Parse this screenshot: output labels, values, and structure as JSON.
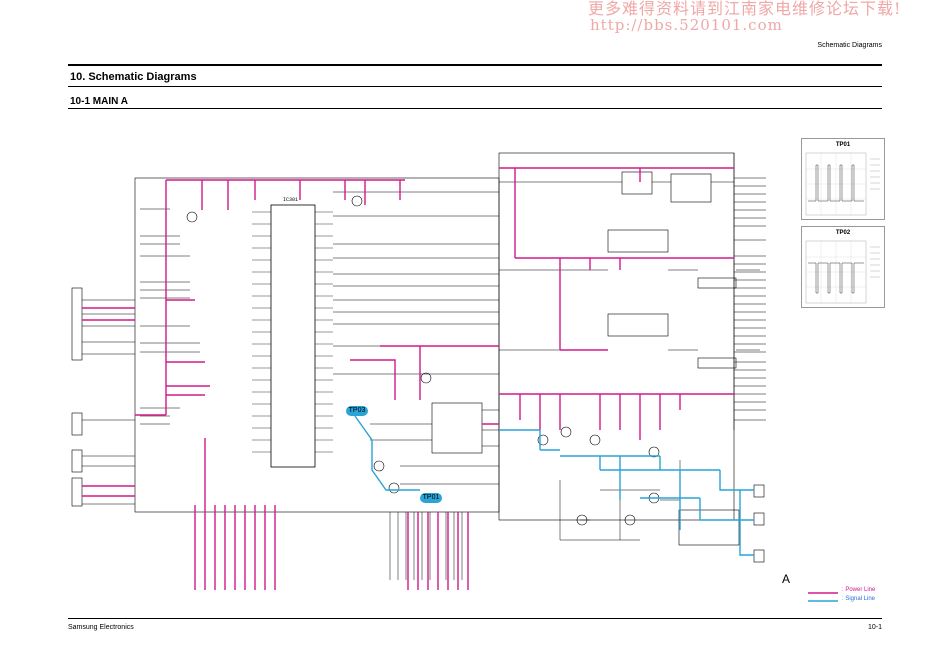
{
  "watermark": {
    "line1": "更多难得资料请到江南家电维修论坛下载!",
    "line2": "http://bbs.520101.com"
  },
  "header": {
    "section_tag": "Schematic Diagrams",
    "title": "10. Schematic Diagrams",
    "subtitle": "10-1 MAIN A"
  },
  "schematic": {
    "ic_label": "IC301",
    "test_points": [
      "TP01",
      "TP02"
    ],
    "bubble_tp03": "TP03",
    "bubble_tp01": "TP01",
    "corner_marker": "A"
  },
  "legend": {
    "power": ": Power Line",
    "signal": ": Signal Line"
  },
  "colors": {
    "power_line": "#d01a8a",
    "signal_line": "#2aa3d7"
  },
  "footer": {
    "left": "Samsung Electronics",
    "right": "10-1"
  }
}
